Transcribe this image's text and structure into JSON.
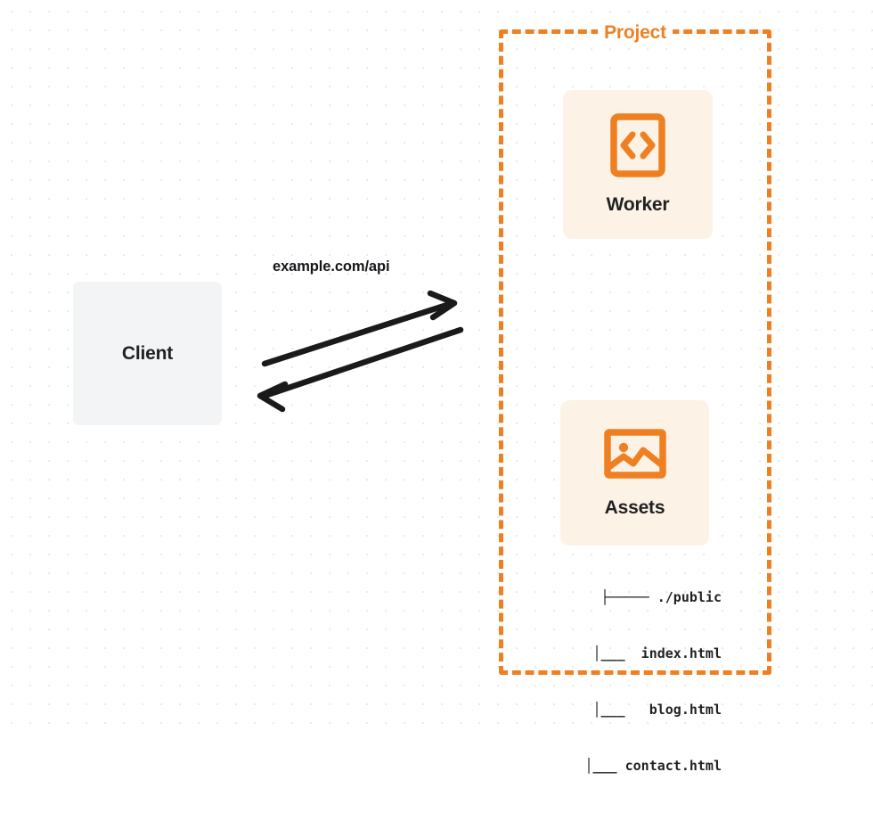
{
  "diagram": {
    "title": "Worker and Assets request flow",
    "background": {
      "style": "dot-grid",
      "dot_color": "#e9e9ea",
      "page_color": "#ffffff"
    },
    "colors": {
      "accent_orange": "#ef8022",
      "card_cream": "#fdf2e6",
      "client_gray": "#f3f4f6",
      "text_dark": "#1f2123",
      "arrow_black": "#1a1a1a"
    },
    "client": {
      "label": "Client"
    },
    "connector": {
      "label": "example.com/api",
      "direction": "bidirectional",
      "arrow_to_project": "request",
      "arrow_to_client": "response"
    },
    "project": {
      "title": "Project",
      "border_style": "dashed",
      "services": [
        {
          "label": "Worker",
          "icon": "code-brackets-icon"
        },
        {
          "label": "Assets",
          "icon": "image-icon"
        }
      ],
      "file_tree": [
        "├───── ./public",
        "│___  index.html",
        "│___   blog.html",
        "│___ contact.html"
      ]
    }
  }
}
